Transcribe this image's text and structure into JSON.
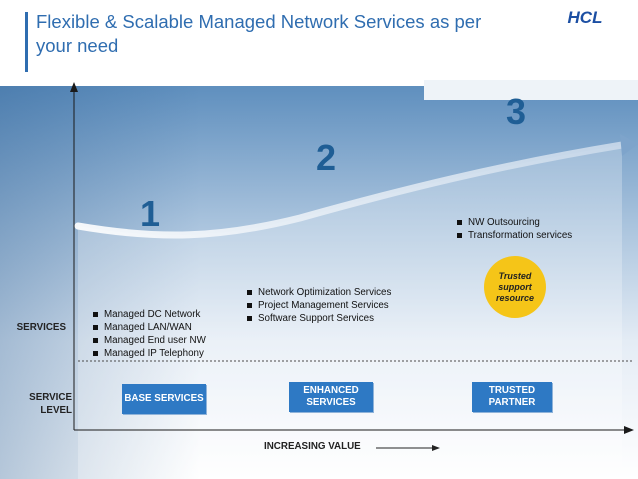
{
  "title": "Flexible & Scalable Managed Network Services as per your need",
  "logo_text": "HCL",
  "colors": {
    "title": "#2f6db0",
    "accent_blue": "#2e79c4",
    "number_blue": "#1f5e95",
    "trusted_yellow": "#f5c518"
  },
  "stages": [
    {
      "number": "1",
      "bullets": [
        "Managed DC Network",
        "Managed LAN/WAN",
        "Managed End user NW",
        "Managed IP Telephony"
      ],
      "level_label": "BASE SERVICES"
    },
    {
      "number": "2",
      "bullets": [
        "Network Optimization Services",
        "Project Management Services",
        "Software Support Services"
      ],
      "level_label": "ENHANCED SERVICES"
    },
    {
      "number": "3",
      "bullets": [
        "NW Outsourcing",
        "Transformation services"
      ],
      "level_label": "TRUSTED PARTNER"
    }
  ],
  "trusted_resource": "Trusted support resource",
  "axis": {
    "services_label": "SERVICES",
    "service_level_label": "SERVICE LEVEL",
    "x_label": "INCREASING VALUE"
  }
}
